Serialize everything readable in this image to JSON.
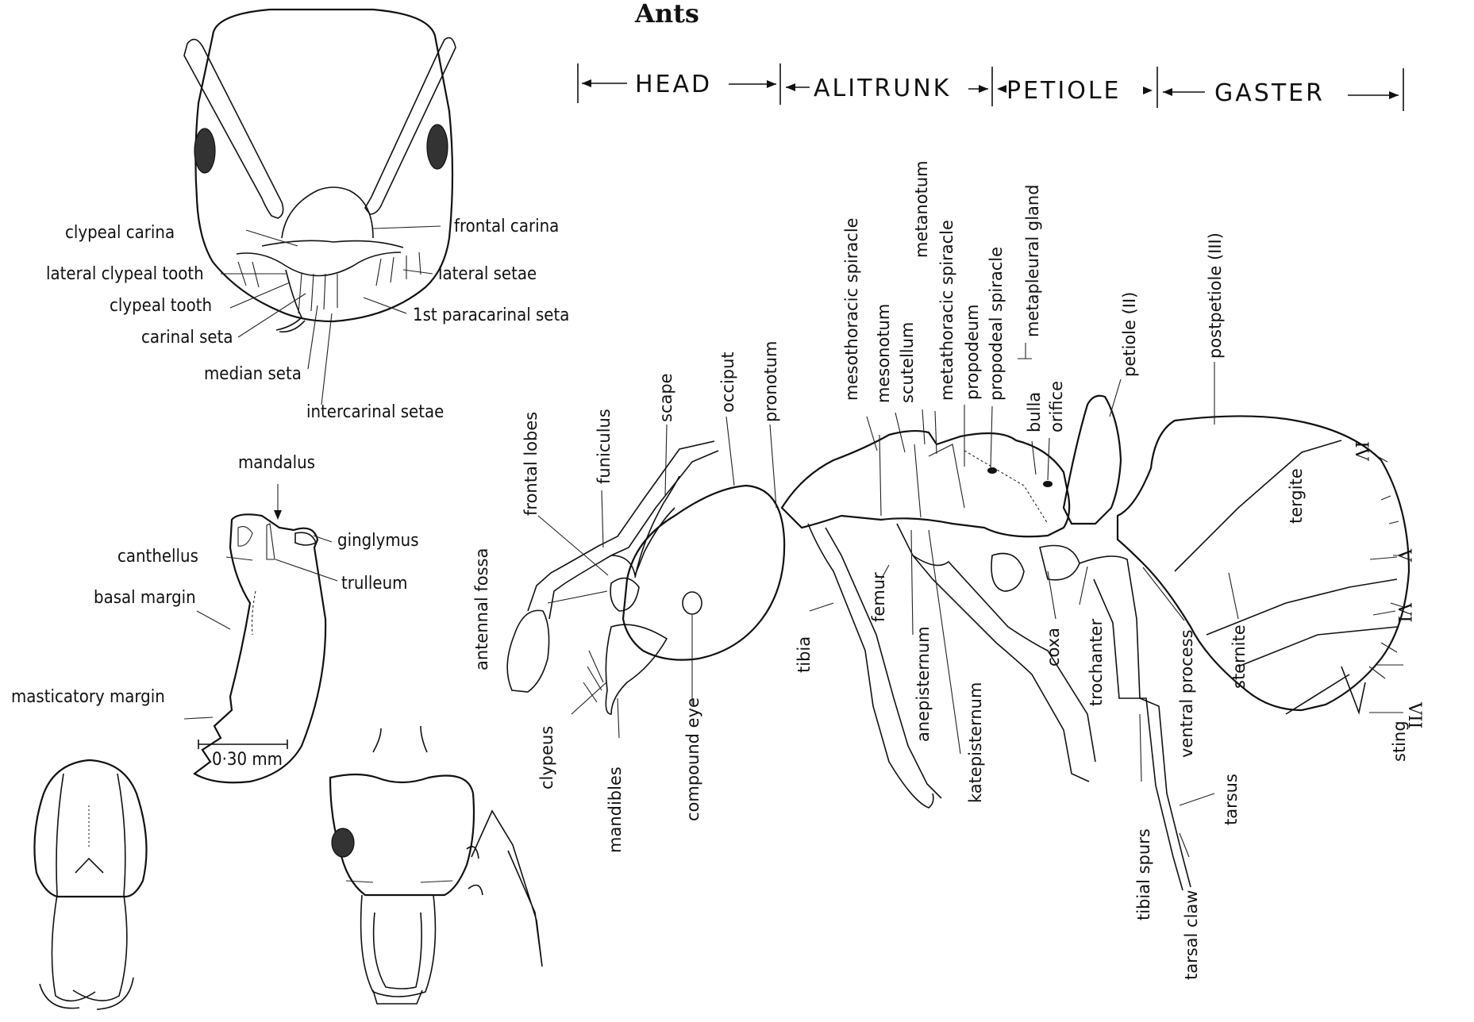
{
  "title": "Ants",
  "sections": [
    "HEAD",
    "ALITRUNK",
    "PETIOLE",
    "GASTER"
  ],
  "head_front_labels": {
    "clypeal_carina": "clypeal carina",
    "lateral_clypeal_tooth": "lateral clypeal tooth",
    "clypeal_tooth": "clypeal tooth",
    "carinal_seta": "carinal seta",
    "median_seta": "median seta",
    "intercarinal_setae": "intercarinal setae",
    "frontal_carina": "frontal carina",
    "lateral_setae": "lateral setae",
    "paracarinal_seta": "1st paracarinal seta"
  },
  "mandible_labels": {
    "mandalus": "mandalus",
    "ginglymus": "ginglymus",
    "canthellus": "canthellus",
    "trulleum": "trulleum",
    "basal_margin": "basal margin",
    "masticatory_margin": "masticatory margin",
    "scale": "0·30 mm"
  },
  "body_labels": {
    "antennal_fossa": "antennal fossa",
    "frontal_lobes": "frontal lobes",
    "funiculus": "funiculus",
    "scape": "scape",
    "occiput": "occiput",
    "pronotum": "pronotum",
    "clypeus": "clypeus",
    "mandibles": "mandibles",
    "compound_eye": "compound eye",
    "tibia": "tibia",
    "femur": "femur",
    "anepisternum": "anepisternum",
    "katepisternum": "katepisternum",
    "mesothoracic_spiracle": "mesothoracic spiracle",
    "mesonotum": "mesonotum",
    "scutellum": "scutellum",
    "metanotum": "metanotum",
    "metathoracic_spiracle": "metathoracic spiracle",
    "propodeum": "propodeum",
    "propodeal_spiracle": "propodeal spiracle",
    "metapleural_gland": "metapleural gland",
    "bulla": "bulla",
    "orifice": "orifice",
    "petiole": "petiole (II)",
    "postpetiole": "postpetiole (III)",
    "coxa": "coxa",
    "trochanter": "trochanter",
    "ventral_process": "ventral process",
    "tibial_spurs": "tibial spurs",
    "tarsal_claw": "tarsal claw",
    "tarsus": "tarsus",
    "sternite": "sternite",
    "tergite": "tergite",
    "sting": "sting",
    "roman_iv": "IV",
    "roman_v": "V",
    "roman_vi": "VI",
    "roman_vii": "VII"
  }
}
